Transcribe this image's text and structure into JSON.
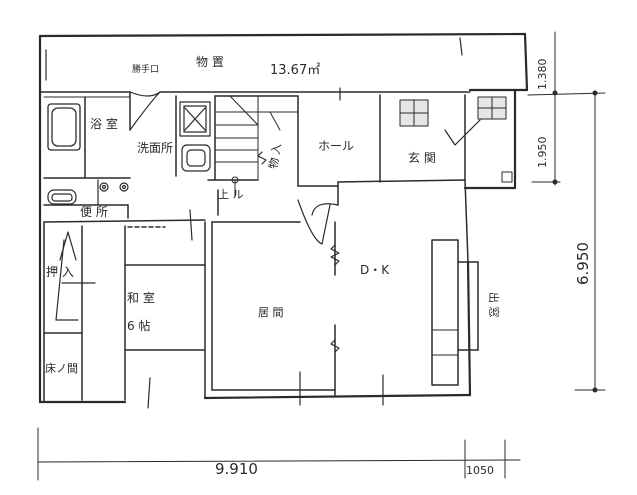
{
  "rooms": {
    "storage": "物 置",
    "storage_area": "13.67㎡",
    "back_door": "勝手口",
    "bath": "浴 室",
    "washroom": "洗面所",
    "toilet": "便 所",
    "stairs_up": "上 ル",
    "closet": "押 入",
    "tokonoma": "床ノ間",
    "japanese_room": "和 室",
    "japanese_room_size": "6 帖",
    "hall": "ホール",
    "closet2": "物 入",
    "entrance": "玄 関",
    "dk": "D・K",
    "living": "居 間",
    "bay": "出 窓"
  },
  "dimensions": {
    "width_main": "9.910",
    "width_extra": "1050",
    "right_top": "1.380",
    "right_mid": "1.950",
    "right_total": "6.950"
  },
  "colors": {
    "ink": "#2a2a2a",
    "background": "#ffffff"
  }
}
